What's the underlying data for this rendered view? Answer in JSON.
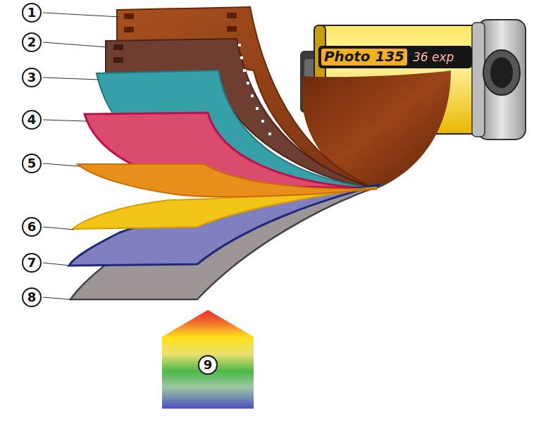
{
  "diagram": {
    "labels": [
      "1",
      "2",
      "3",
      "4",
      "5",
      "6",
      "7",
      "8",
      "9",
      "Photo 135",
      "36 exp"
    ]
  }
}
